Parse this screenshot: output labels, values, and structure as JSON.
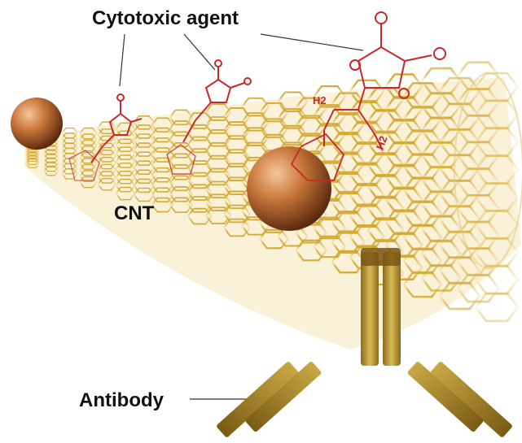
{
  "labels": {
    "cytotoxic": "Cytotoxic agent",
    "cnt": "CNT",
    "antibody": "Antibody"
  },
  "chem": {
    "h2": "H2",
    "h2_small": "H2"
  },
  "colors": {
    "tube": "#d4a832",
    "tube_dark": "#a87d18",
    "molecule": "#c8282a",
    "sphere": "#c8763a",
    "antibody": "#b99232"
  },
  "icons": [
    "nanoparticle-sphere-icon",
    "nanoparticle-sphere-icon",
    "antibody-icon",
    "drug-molecule-icon"
  ]
}
